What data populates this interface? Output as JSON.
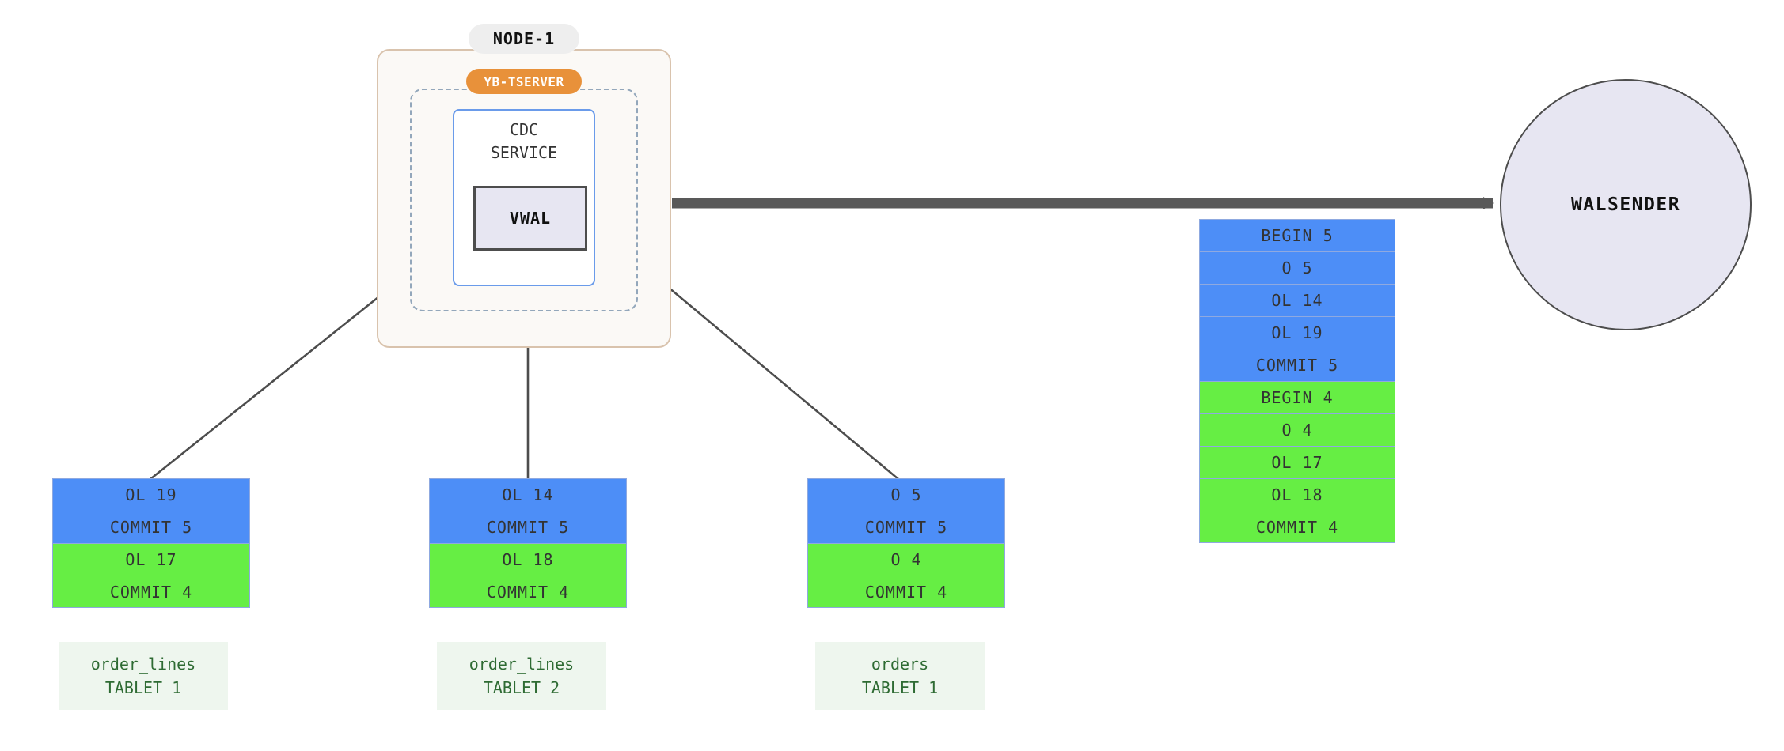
{
  "diagram": {
    "node": {
      "pill_label": "NODE-1",
      "tserver_label": "YB-TSERVER",
      "cdc_label": "CDC\nSERVICE",
      "vwal_label": "VWAL"
    },
    "walsender": {
      "label": "WALSENDER"
    },
    "colors": {
      "blue_record": "#4d8ef7",
      "green_record": "#66ee44",
      "record_border": "#8fa9e0",
      "node_border": "#d9c3ad",
      "node_fill": "#fbf9f6",
      "tserver_pill": "#e8913a",
      "cdc_border": "#6a9bea",
      "vwal_fill": "#e7e6f2",
      "arrow": "#4d4d4d",
      "tablet_label_fill": "#eef6ee",
      "tablet_label_text": "#2e6b33"
    },
    "tablets": [
      {
        "name": "tablet-1",
        "label": "order_lines\nTABLET 1",
        "records": [
          {
            "text": "OL 19",
            "color": "blue"
          },
          {
            "text": "COMMIT 5",
            "color": "blue"
          },
          {
            "text": "OL 17",
            "color": "green"
          },
          {
            "text": "COMMIT 4",
            "color": "green"
          }
        ]
      },
      {
        "name": "tablet-2",
        "label": "order_lines\nTABLET 2",
        "records": [
          {
            "text": "OL 14",
            "color": "blue"
          },
          {
            "text": "COMMIT 5",
            "color": "blue"
          },
          {
            "text": "OL 18",
            "color": "green"
          },
          {
            "text": "COMMIT 4",
            "color": "green"
          }
        ]
      },
      {
        "name": "tablet-3",
        "label": "orders\nTABLET 1",
        "records": [
          {
            "text": "O 5",
            "color": "blue"
          },
          {
            "text": "COMMIT 5",
            "color": "blue"
          },
          {
            "text": "O 4",
            "color": "green"
          },
          {
            "text": "COMMIT 4",
            "color": "green"
          }
        ]
      }
    ],
    "output_stream": {
      "name": "vwal-output-stream",
      "records": [
        {
          "text": "BEGIN 5",
          "color": "blue"
        },
        {
          "text": "O 5",
          "color": "blue"
        },
        {
          "text": "OL 14",
          "color": "blue"
        },
        {
          "text": "OL 19",
          "color": "blue"
        },
        {
          "text": "COMMIT 5",
          "color": "blue"
        },
        {
          "text": "BEGIN 4",
          "color": "green"
        },
        {
          "text": "O 4",
          "color": "green"
        },
        {
          "text": "OL 17",
          "color": "green"
        },
        {
          "text": "OL 18",
          "color": "green"
        },
        {
          "text": "COMMIT 4",
          "color": "green"
        }
      ]
    }
  }
}
